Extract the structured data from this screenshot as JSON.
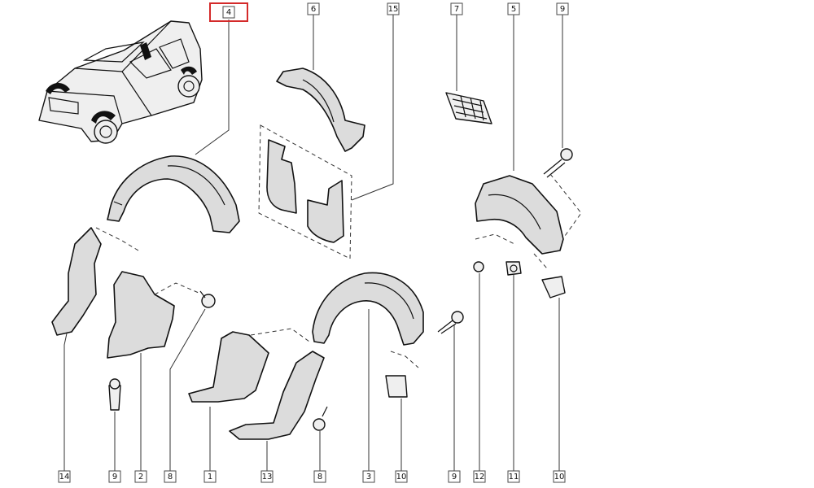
{
  "diagram": {
    "highlight_color": "#d42a2a",
    "callouts": [
      {
        "id": "c4-top",
        "label": "4",
        "highlighted": true
      },
      {
        "id": "c6-top",
        "label": "6"
      },
      {
        "id": "c15-top",
        "label": "15"
      },
      {
        "id": "c7-top",
        "label": "7"
      },
      {
        "id": "c5-top",
        "label": "5"
      },
      {
        "id": "c9-top",
        "label": "9"
      },
      {
        "id": "c14-bot",
        "label": "14"
      },
      {
        "id": "c9-bot",
        "label": "9"
      },
      {
        "id": "c2-bot",
        "label": "2"
      },
      {
        "id": "c8-bot-a",
        "label": "8"
      },
      {
        "id": "c1-bot",
        "label": "1"
      },
      {
        "id": "c13-bot",
        "label": "13"
      },
      {
        "id": "c8-bot-b",
        "label": "8"
      },
      {
        "id": "c3-bot",
        "label": "3"
      },
      {
        "id": "c10-bot-a",
        "label": "10"
      },
      {
        "id": "c9-bot-b",
        "label": "9"
      },
      {
        "id": "c12-bot",
        "label": "12"
      },
      {
        "id": "c11-bot",
        "label": "11"
      },
      {
        "id": "c10-bot-b",
        "label": "10"
      }
    ]
  }
}
